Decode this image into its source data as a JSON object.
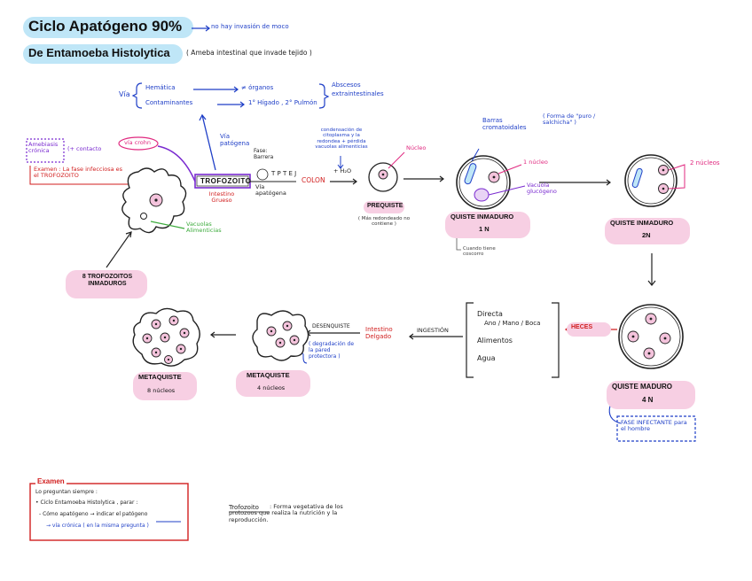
{
  "title": {
    "main": "Ciclo Apatógeno 90%",
    "note": "no hay invasión de moco",
    "subtitle": "De Entamoeba Histolytica",
    "subtitle_note": "( Ameba intestinal que invade tejido )"
  },
  "via": {
    "label": "Vía",
    "hematica": "Hemática",
    "contaminantes": "Contaminantes",
    "organos": "≠ órganos",
    "higado": "1° Hígado , 2° Pulmón",
    "abscesos": "Abscesos",
    "extraintestinales": "extraintestinales",
    "patogena": "Vía patógena"
  },
  "left_notes": {
    "amebiasis": "Amebiasis crónica",
    "contacto": "(+ contacto",
    "via_crohn": "vía crohn",
    "examen_note": "Examen : La fase infecciosa es el TROFOZOITO"
  },
  "trofozoito": {
    "label": "TROFOZOITO",
    "sub": "Intestino Grueso",
    "vacuolas": "Vacuolas Alimenticias",
    "fase": "Fase: Barrera",
    "codes": "T P T E J",
    "via_apatogena": "Vía apatógena"
  },
  "colon": {
    "label": "COLON",
    "agua": "+ H₂O",
    "condensa": "condensación de citoplasma y la redondea + pérdida vacuolas alimenticias"
  },
  "prequiste": {
    "label": "PREQUISTE",
    "sub": "( Más redondeado no contiene )",
    "nucleo": "Núcleo"
  },
  "quiste_inmaduro_1": {
    "label": "QUISTE INMADURO",
    "n": "1 N",
    "barras": "Barras cromatoidales",
    "forma": "( Forma de \"puro / salchicha\" )",
    "nucleo": "1 núcleo",
    "vacuola": "Vacuola glucógeno",
    "cuando": "Cuando tiene coscorro"
  },
  "quiste_inmaduro_2": {
    "label": "QUISTE INMADURO",
    "n": "2N",
    "nucleos": "2 núcleos"
  },
  "quiste_maduro": {
    "label": "QUISTE MADURO",
    "n": "4 N",
    "fase": "FASE INFECTANTE para el hombre"
  },
  "heces": "HECES",
  "ingestion": {
    "label": "INGESTIÓN",
    "directa": "Directa",
    "ano": "Ano / Mano / Boca",
    "alimentos": "Alimentos",
    "agua": "Agua"
  },
  "intestino_delgado": "Intestino Delgado",
  "desenquiste": {
    "label": "DESENQUISTE",
    "sub": "( degradación de la pared protectora )"
  },
  "metaquiste_4": {
    "label": "METAQUISTE",
    "sub": "4 núcleos"
  },
  "metaquiste_8": {
    "label": "METAQUISTE",
    "sub": "8 núcleos"
  },
  "trofozoitos_8": "8 TROFOZOITOS INMADUROS",
  "examen_box": {
    "title": "Examen",
    "line1": "Lo preguntan siempre :",
    "line2": "• Ciclo Entamoeba Histolytica , parar :",
    "line3": "- Cómo apatógeno → indicar el patógeno",
    "line4": "→ vía crónica ( en la misma pregunta )"
  },
  "trofozoito_def": {
    "term": "Trofozoito",
    "text": ": Forma vegetativa de los protozoos que realiza la nutrición y la reproducción."
  },
  "colors": {
    "cyan_pill": "#bfe6f7",
    "pink_pill": "#f7cfe3",
    "blue_ink": "#1f3fc7",
    "red_ink": "#d11e1e",
    "magenta": "#e0287f",
    "purple": "#7a2bd0",
    "green": "#3cab3c",
    "pink_nucleus": "#f4c3dc"
  }
}
